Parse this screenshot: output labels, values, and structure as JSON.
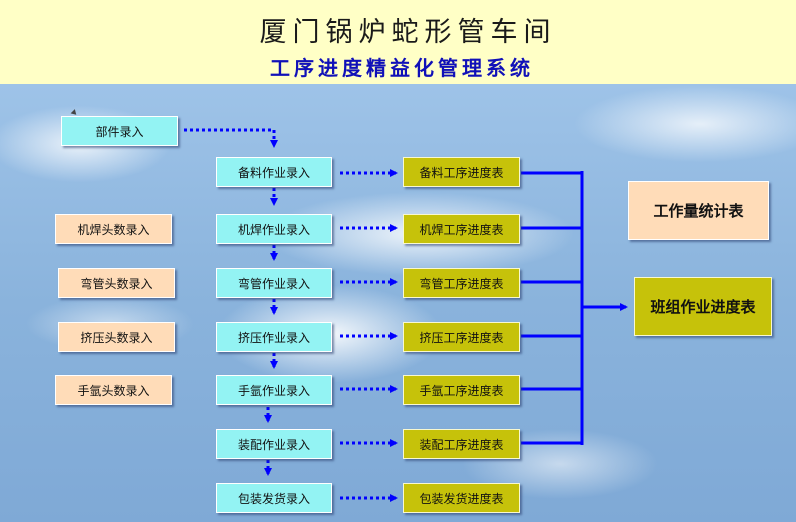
{
  "header": {
    "title": "厦门锅炉蛇形管车间",
    "subtitle": "工序进度精益化管理系统"
  },
  "left_entries": [
    {
      "label": "部件录入"
    },
    {
      "label": "机焊头数录入"
    },
    {
      "label": "弯管头数录入"
    },
    {
      "label": "挤压头数录入"
    },
    {
      "label": "手氩头数录入"
    }
  ],
  "process_entries": [
    {
      "label": "备料作业录入"
    },
    {
      "label": "机焊作业录入"
    },
    {
      "label": "弯管作业录入"
    },
    {
      "label": "挤压作业录入"
    },
    {
      "label": "手氩作业录入"
    },
    {
      "label": "装配作业录入"
    },
    {
      "label": "包装发货录入"
    }
  ],
  "progress_tables": [
    {
      "label": "备料工序进度表"
    },
    {
      "label": "机焊工序进度表"
    },
    {
      "label": "弯管工序进度表"
    },
    {
      "label": "挤压工序进度表"
    },
    {
      "label": "手氩工序进度表"
    },
    {
      "label": "装配工序进度表"
    },
    {
      "label": "包装发货进度表"
    }
  ],
  "reports": {
    "workload": "工作量统计表",
    "team_progress": "班组作业进度表"
  },
  "colors": {
    "header_bg": "#ffffc6",
    "title_sub": "#1010b8",
    "entry_cyan": "#93f3f3",
    "entry_peach": "#ffdcb8",
    "table_olive": "#c6c20a",
    "connector_blue": "#0000ff"
  }
}
